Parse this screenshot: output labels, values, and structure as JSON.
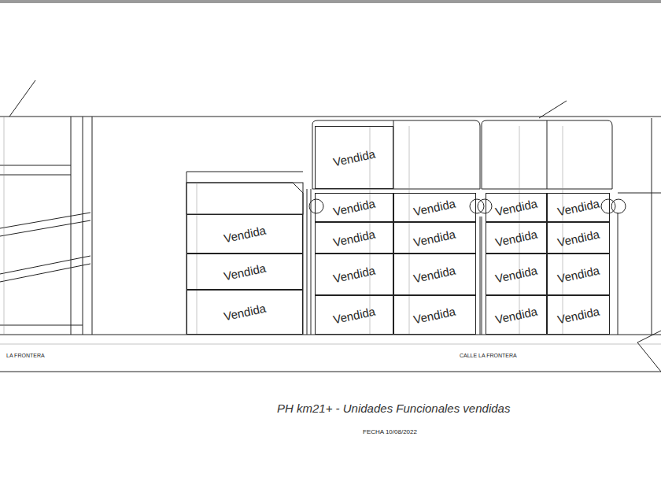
{
  "diagram": {
    "title": "PH km21+ - Unidades Funcionales vendidas",
    "nodes": [
      {
        "text": [
          "Vendida"
        ]
      },
      {
        "text": [
          "Vendida"
        ]
      },
      {
        "text": [
          "Vendida"
        ]
      },
      {
        "text": [
          "Vendida"
        ]
      },
      {
        "text": [
          "Vendida"
        ]
      },
      {
        "text": [
          "Vendida"
        ]
      },
      {
        "text": [
          "Vendida"
        ]
      },
      {
        "text": [
          "Vendida"
        ]
      },
      {
        "text": [
          "Vendida"
        ]
      },
      {
        "text": [
          "Vendida"
        ]
      },
      {
        "text": [
          "Vendida"
        ]
      },
      {
        "text": [
          "Vendida"
        ]
      },
      {
        "text": [
          "Vendida"
        ]
      },
      {
        "text": [
          "Vendida"
        ]
      },
      {
        "text": [
          "Vendida"
        ]
      },
      {
        "text": [
          "Vendida"
        ]
      },
      {
        "text": [
          "Vendida"
        ]
      },
      {
        "text": [
          "Vendida"
        ]
      },
      {
        "text": [
          "Vendida"
        ]
      },
      {
        "text": [
          "Vendida"
        ]
      }
    ],
    "labels": [
      "LA FRONTERA",
      "CALLE LA FRONTERA",
      "FECHA 10/08/2022"
    ]
  }
}
